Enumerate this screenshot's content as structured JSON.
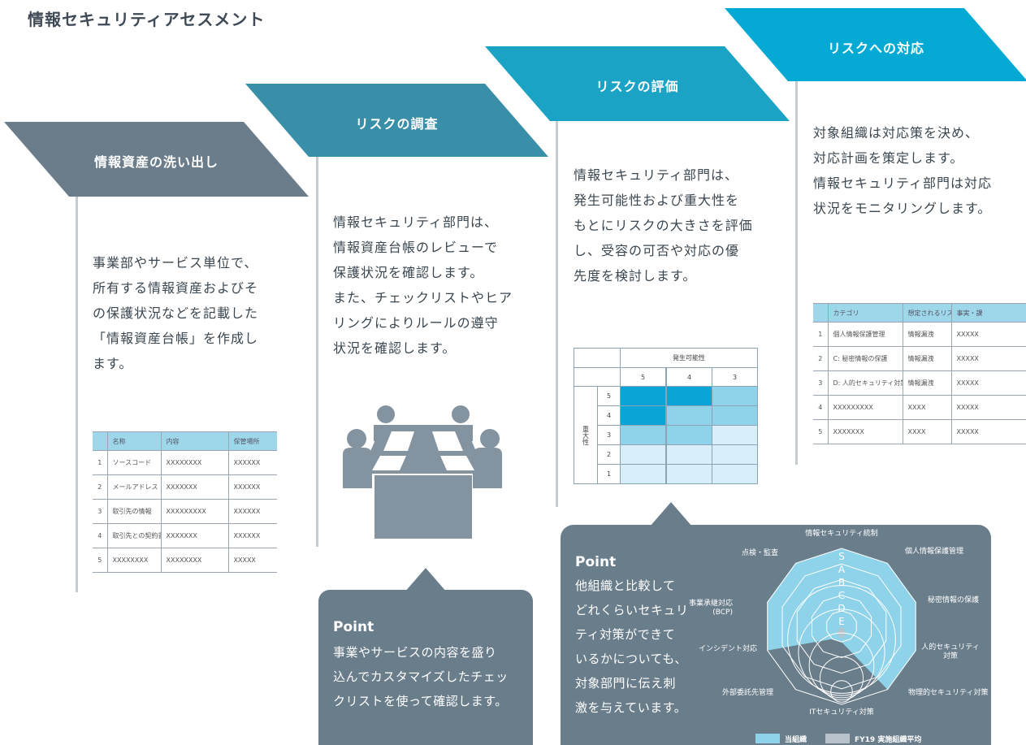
{
  "title": "情報セキュリティアセスメント",
  "steps": [
    {
      "label": "情報資産の洗い出し",
      "color": "#6b7d8a",
      "desc": [
        "事業部やサービス単位で、",
        "所有する情報資産およびそ",
        "の保護状況などを記載した",
        "「情報資産台帳」を作成し",
        "ます。"
      ]
    },
    {
      "label": "リスクの調査",
      "color": "#3a8fa8",
      "desc": [
        "情報セキュリティ部門は、",
        "情報資産台帳のレビューで",
        "保護状況を確認します。",
        "また、チェックリストやヒア",
        "リングによりルールの遵守",
        "状況を確認します。"
      ]
    },
    {
      "label": "リスクの評価",
      "color": "#1aa3c4",
      "desc": [
        "情報セキュリティ部門は、",
        "発生可能性および重大性を",
        "もとにリスクの大きさを評価",
        "し、受容の可否や対応の優",
        "先度を検討します。"
      ]
    },
    {
      "label": "リスクへの対応",
      "color": "#04a9d4",
      "desc": [
        "対象組織は対応策を決め、",
        "対応計画を策定します。",
        "情報セキュリティ部門は対応",
        "状況をモニタリングします。"
      ]
    }
  ],
  "asset_table": {
    "headers": [
      "",
      "名称",
      "内容",
      "保管場所"
    ],
    "rows": [
      [
        "1",
        "ソースコード",
        "XXXXXXXX",
        "XXXXXX"
      ],
      [
        "2",
        "メールアドレス",
        "XXXXXXX",
        "XXXXXX"
      ],
      [
        "3",
        "取引先の情報",
        "XXXXXXXXX",
        "XXXXXX"
      ],
      [
        "4",
        "取引先との契約書",
        "XXXXXXX",
        "XXXXXX"
      ],
      [
        "5",
        "XXXXXXXX",
        "XXXXXXXX",
        "XXXXX"
      ]
    ]
  },
  "risk_table": {
    "headers": [
      "",
      "カテゴリ",
      "想定されるリスク",
      "事実・課"
    ],
    "rows": [
      [
        "1",
        "個人情報保護管理",
        "情報漏洩",
        "XXXXX"
      ],
      [
        "2",
        "C: 秘密情報の保護",
        "情報漏洩",
        "XXXXX"
      ],
      [
        "3",
        "D: 人的セキュリティ対策",
        "情報漏洩",
        "XXXXX"
      ],
      [
        "4",
        "XXXXXXXXX",
        "XXXX",
        "XXXXX"
      ],
      [
        "5",
        "XXXXXXX",
        "XXXX",
        "XXXXX"
      ]
    ]
  },
  "matrix": {
    "col_header": "発生可能性",
    "cols": [
      "5",
      "4",
      "3"
    ],
    "row_header": "重大性",
    "rows": [
      "5",
      "4",
      "3",
      "2",
      "1"
    ],
    "colors": {
      "dark": "#0aa5d6",
      "mid": "#8fd3ea",
      "light": "#d8eef8"
    }
  },
  "point_left": {
    "label": "Point",
    "text": [
      "事業やサービスの内容を盛り",
      "込んでカスタマイズしたチェッ",
      "クリストを使って確認します。"
    ]
  },
  "point_right": {
    "label": "Point",
    "text": [
      "他組織と比較して",
      "どれくらいセキュリ",
      "ティ対策ができて",
      "いるかについても、",
      "対象部門に伝え刺",
      "激を与えています。"
    ]
  },
  "radar": {
    "axes": [
      "情報セキュリティ統制",
      "個人情報保護管理",
      "秘密情報の保護",
      "人的セキュリティ対策",
      "物理的セキュリティ対策",
      "ITセキュリティ対策",
      "外部委託先管理",
      "インシデント対応",
      "事業承継対応(BCP)",
      "点検・監査"
    ],
    "levels": [
      "S",
      "A",
      "B",
      "C",
      "D",
      "E"
    ],
    "series": [
      {
        "name": "当組織",
        "color": "#8fd3ea",
        "values": [
          5,
          5,
          5,
          5,
          5,
          1,
          1,
          5,
          5,
          5
        ]
      },
      {
        "name": "FY19 実施組織平均",
        "color": "#b9c2c9",
        "values": [
          0,
          0,
          0,
          0,
          0.5,
          0.8,
          0.5,
          0,
          0,
          0
        ]
      }
    ]
  },
  "icons": {
    "meeting": "meeting-people-icon"
  }
}
